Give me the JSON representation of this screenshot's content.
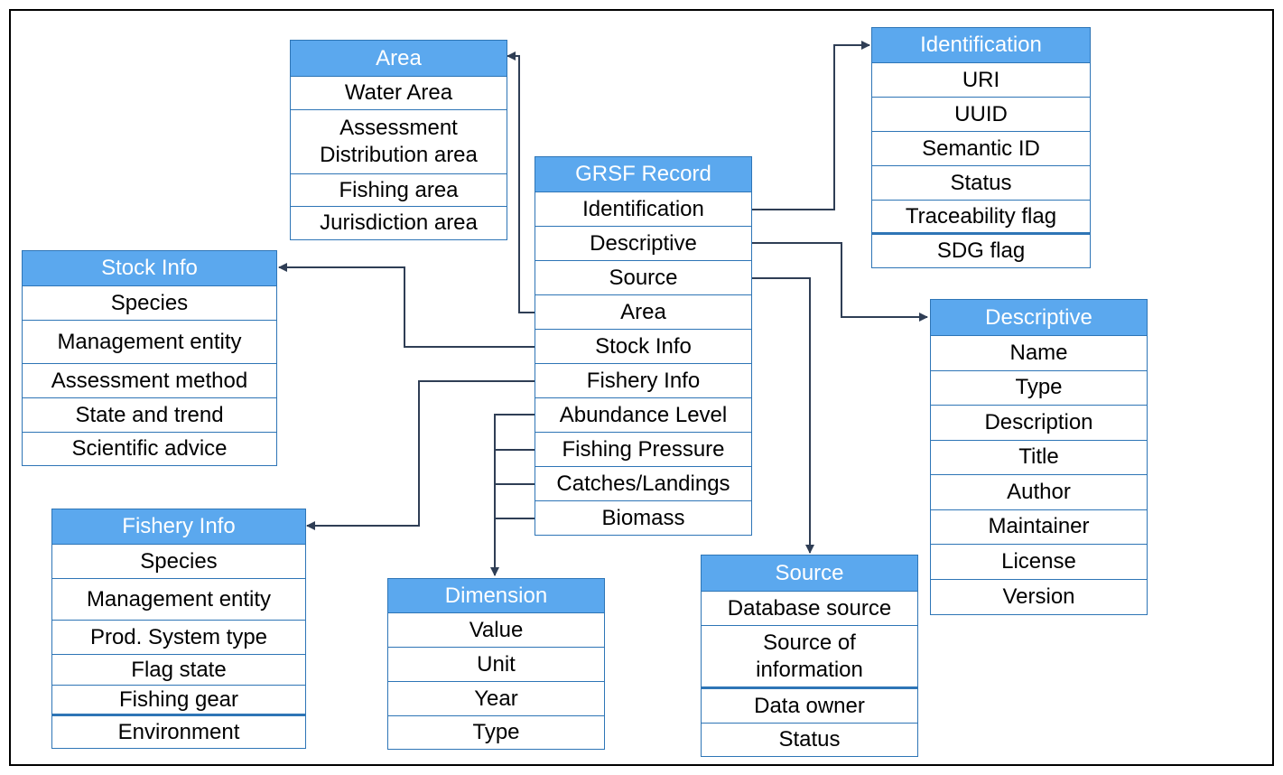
{
  "area": {
    "title": "Area",
    "items": [
      "Water Area",
      "Assessment\nDistribution area",
      "Fishing area",
      "Jurisdiction area"
    ]
  },
  "identification": {
    "title": "Identification",
    "items": [
      "URI",
      "UUID",
      "Semantic ID",
      "Status",
      "Traceability flag",
      "SDG flag"
    ]
  },
  "grsf_record": {
    "title": "GRSF Record",
    "items": [
      "Identification",
      "Descriptive",
      "Source",
      "Area",
      "Stock Info",
      "Fishery Info",
      "Abundance Level",
      "Fishing Pressure",
      "Catches/Landings",
      "Biomass"
    ]
  },
  "stock_info": {
    "title": "Stock Info",
    "items": [
      "Species",
      "Management entity",
      "Assessment method",
      "State and trend",
      "Scientific advice"
    ]
  },
  "descriptive": {
    "title": "Descriptive",
    "items": [
      "Name",
      "Type",
      "Description",
      "Title",
      "Author",
      "Maintainer",
      "License",
      "Version"
    ]
  },
  "fishery_info": {
    "title": "Fishery Info",
    "items": [
      "Species",
      "Management entity",
      "Prod. System type",
      "Flag state",
      "Fishing gear",
      "Environment"
    ]
  },
  "dimension": {
    "title": "Dimension",
    "items": [
      "Value",
      "Unit",
      "Year",
      "Type"
    ]
  },
  "source": {
    "title": "Source",
    "items": [
      "Database source",
      "Source of\ninformation",
      "Data owner",
      "Status"
    ]
  },
  "colors": {
    "header": "#5ba8ee",
    "border": "#2e75b6",
    "connector": "#2f3e55"
  }
}
